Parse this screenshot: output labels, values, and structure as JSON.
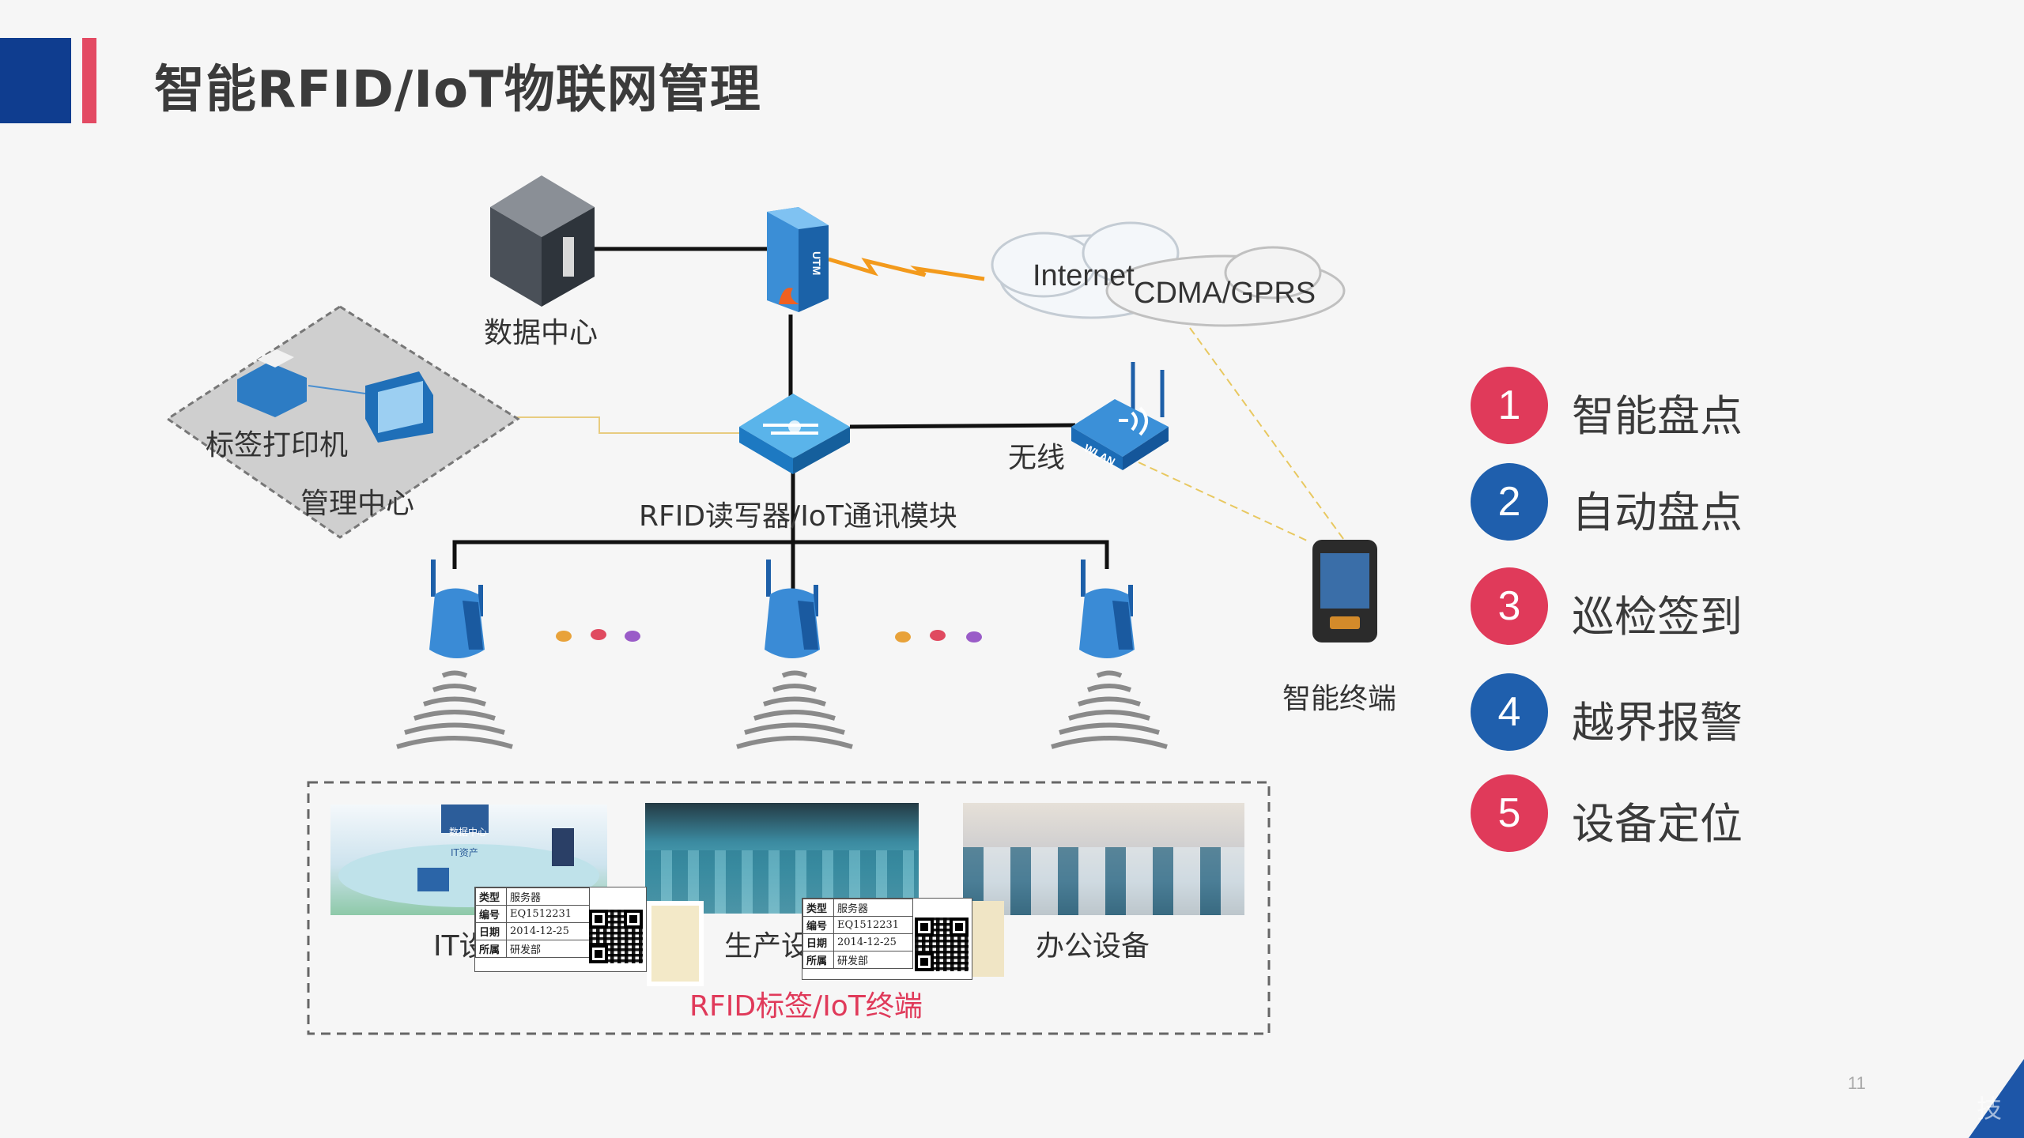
{
  "title": "智能RFID/IoT物联网管理",
  "colors": {
    "accent_blue": "#0f3d8f",
    "accent_red": "#e34a63",
    "feature_red": "#e03a5a",
    "feature_blue": "#1f5fad",
    "link_line": "#111111",
    "wireless_line": "#e0c060",
    "tag_text": "#e03a5a"
  },
  "nodes": {
    "datacenter": "数据中心",
    "utm_letters": "UTM",
    "internet": "Internet",
    "cdma": "CDMA/GPRS",
    "printer": "标签打印机",
    "mgmt": "管理中心",
    "wireless": "无线",
    "wlan": "WLAN",
    "reader": "RFID读写器/IoT通讯模块",
    "terminal": "智能终端"
  },
  "icons": [
    "server-cube-icon",
    "utm-firewall-icon",
    "cloud-icon",
    "printer-icon",
    "monitor-icon",
    "switch-icon",
    "wlan-router-icon",
    "antenna-reader-icon",
    "signal-wave-icon",
    "handheld-terminal-icon",
    "qr-code-icon"
  ],
  "assets": {
    "it": "IT设",
    "prod": "生产设",
    "office": "办公设备",
    "tags_label": "RFID标签/IoT终端",
    "it_scene_center": "数据中心",
    "it_scene_sub": "IT资产"
  },
  "tag_card": {
    "type_k": "类型",
    "type_v": "服务器",
    "id_k": "编号",
    "id_v": "EQ1512231",
    "date_k": "日期",
    "date_v": "2014-12-25",
    "dept_k": "所属",
    "dept_v": "研发部"
  },
  "features": [
    {
      "num": "1",
      "label": "智能盘点",
      "color": "#e03a5a"
    },
    {
      "num": "2",
      "label": "自动盘点",
      "color": "#1f5fad"
    },
    {
      "num": "3",
      "label": "巡检签到",
      "color": "#e03a5a"
    },
    {
      "num": "4",
      "label": "越界报警",
      "color": "#1f5fad"
    },
    {
      "num": "5",
      "label": "设备定位",
      "color": "#e03a5a"
    }
  ],
  "page_number": "11",
  "watermark": "技"
}
